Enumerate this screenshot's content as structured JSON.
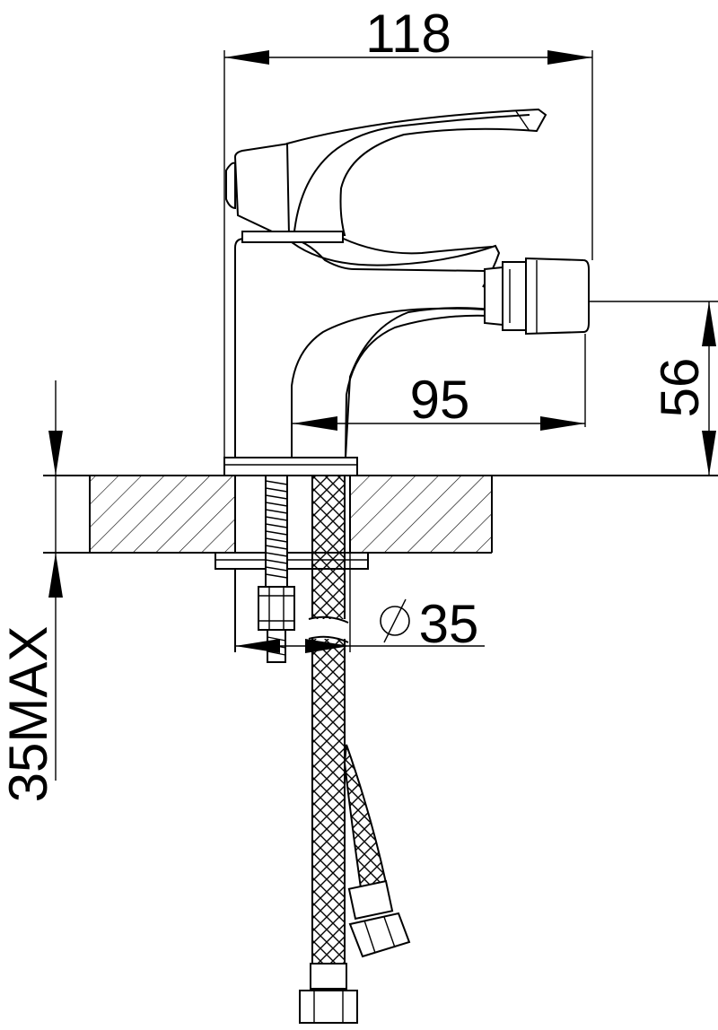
{
  "dimensions": {
    "overall_width": "118",
    "spout_reach": "95",
    "spout_height": "56",
    "hole_diameter": "35",
    "max_thickness": "35MAX"
  },
  "symbols": {
    "diameter": "⌀"
  }
}
